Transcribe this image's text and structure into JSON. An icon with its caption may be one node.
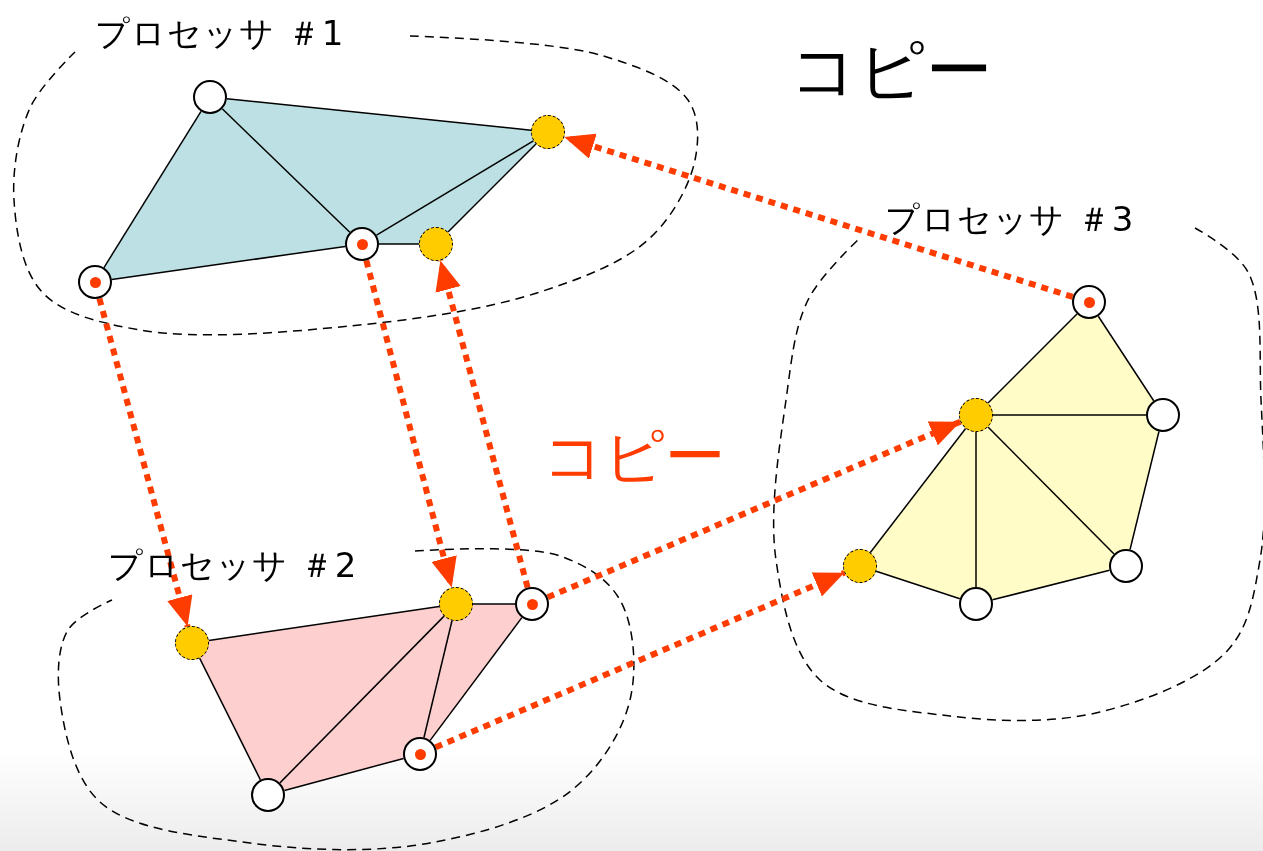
{
  "diagram": {
    "nodes": [
      {
        "text": [
          "プロセッサ ＃1"
        ]
      },
      {
        "text": [],
        "shape": "circle",
        "in": 0
      },
      {
        "text": [],
        "shape": "circle",
        "in": 0
      },
      {
        "text": [],
        "shape": "circle",
        "in": 0
      },
      {
        "text": [],
        "shape": "circle",
        "in": 0
      },
      {
        "text": [],
        "shape": "circle",
        "in": 0
      },
      {
        "text": [
          "プロセッサ ＃3"
        ]
      },
      {
        "text": [],
        "shape": "circle",
        "in": 6
      },
      {
        "text": [],
        "shape": "circle",
        "in": 6
      },
      {
        "text": [],
        "shape": "circle",
        "in": 6
      },
      {
        "text": [],
        "shape": "circle",
        "in": 6
      },
      {
        "text": [],
        "shape": "circle",
        "in": 6
      },
      {
        "text": [],
        "shape": "circle",
        "in": 6
      },
      {
        "text": [
          "プロセッサ ＃2"
        ]
      },
      {
        "text": [],
        "shape": "circle",
        "in": 13
      },
      {
        "text": [],
        "shape": "circle",
        "in": 13
      },
      {
        "text": [],
        "shape": "circle",
        "in": 13
      },
      {
        "text": [],
        "shape": "circle",
        "in": 13
      },
      {
        "text": [],
        "shape": "circle",
        "in": 13
      }
    ],
    "edges": [
      {
        "from": 1,
        "to": 2,
        "arrow": "none"
      },
      {
        "from": 1,
        "to": 5,
        "arrow": "none"
      },
      {
        "from": 1,
        "to": 3,
        "arrow": "none"
      },
      {
        "from": 2,
        "to": 3,
        "arrow": "none"
      },
      {
        "from": 2,
        "to": 4,
        "arrow": "none"
      },
      {
        "from": 3,
        "to": 4,
        "arrow": "none"
      },
      {
        "from": 5,
        "to": 3,
        "arrow": "none"
      },
      {
        "from": 7,
        "to": 8,
        "arrow": "none"
      },
      {
        "from": 7,
        "to": 9,
        "arrow": "none"
      },
      {
        "from": 8,
        "to": 9,
        "arrow": "none"
      },
      {
        "from": 9,
        "to": 11,
        "arrow": "none"
      },
      {
        "from": 8,
        "to": 11,
        "arrow": "none"
      },
      {
        "from": 11,
        "to": 12,
        "arrow": "none"
      },
      {
        "from": 12,
        "to": 10,
        "arrow": "none"
      },
      {
        "from": 10,
        "to": 8,
        "arrow": "none"
      },
      {
        "from": 8,
        "to": 12,
        "arrow": "none"
      },
      {
        "from": 16,
        "to": 14,
        "arrow": "none"
      },
      {
        "from": 14,
        "to": 15,
        "arrow": "none"
      },
      {
        "from": 15,
        "to": 17,
        "arrow": "none"
      },
      {
        "from": 17,
        "to": 18,
        "arrow": "none"
      },
      {
        "from": 18,
        "to": 16,
        "arrow": "none"
      },
      {
        "from": 14,
        "to": 18,
        "arrow": "none"
      },
      {
        "from": 14,
        "to": 17,
        "arrow": "none"
      },
      {
        "from": 5,
        "to": 16,
        "arrow": "to",
        "style": "dashed",
        "color": "#ff3c00"
      },
      {
        "from": 3,
        "to": 14,
        "arrow": "to",
        "style": "dashed",
        "color": "#ff3c00"
      },
      {
        "from": 15,
        "to": 4,
        "arrow": "to",
        "style": "dashed",
        "color": "#ff3c00"
      },
      {
        "from": 7,
        "to": 2,
        "arrow": "to",
        "style": "dashed",
        "color": "#ff3c00"
      },
      {
        "from": 15,
        "to": 8,
        "arrow": "to",
        "style": "dashed",
        "color": "#ff3c00"
      },
      {
        "from": 17,
        "to": 10,
        "arrow": "to",
        "style": "dashed",
        "color": "#ff3c00"
      }
    ],
    "labels": [
      "コピー",
      "コピー"
    ]
  }
}
